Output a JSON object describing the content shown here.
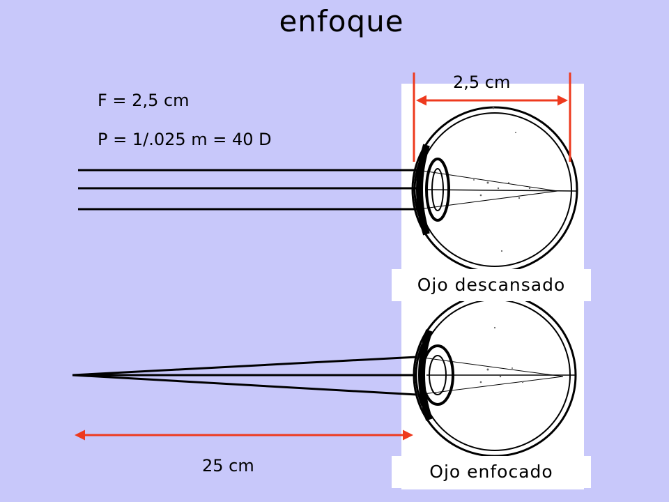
{
  "title": "enfoque",
  "focal_length": "F = 2,5 cm",
  "power": "P = 1/.025 m = 40 D",
  "eye_length": "2,5 cm",
  "near_distance": "25 cm",
  "eye_rest_label": "Ojo descansado",
  "eye_focus_label": "Ojo enfocado",
  "colors": {
    "background": "#c8c8fa",
    "dimension": "#ee3a1e",
    "ray": "#000000"
  }
}
